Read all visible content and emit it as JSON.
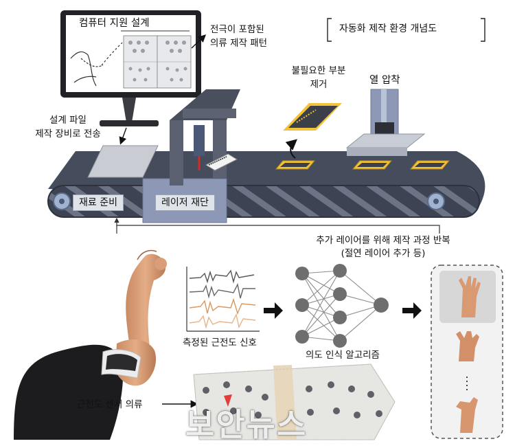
{
  "title": "자동화 제작 환경 개념도",
  "monitor": {
    "cad_label": "컴퓨터 지원 설계",
    "pattern_label_line1": "전극이 포함된",
    "pattern_label_line2": "의류 제작 패턴"
  },
  "transfer_label_line1": "설계 파일",
  "transfer_label_line2": "제작 장비로 전송",
  "remove_label_line1": "불필요한 부분",
  "remove_label_line2": "제거",
  "heat_label": "열 압착",
  "belt": {
    "material_label": "재료 준비",
    "laser_label": "레이저 재단"
  },
  "repeat_label_line1": "추가 레이어를 위해 제작 과정 반복",
  "repeat_label_line2": "(절연 레이어 추가 등)",
  "signal_label": "측정된 근전도 신호",
  "algorithm_label": "의도 인식 알고리즘",
  "sensor_label": "근전도 센서 의류",
  "watermark": "보안뉴스",
  "colors": {
    "belt": "#454c5c",
    "accent_yellow": "#f3c23c",
    "machine_blue": "#8c98b6",
    "network_node": "#6e6e6e"
  }
}
